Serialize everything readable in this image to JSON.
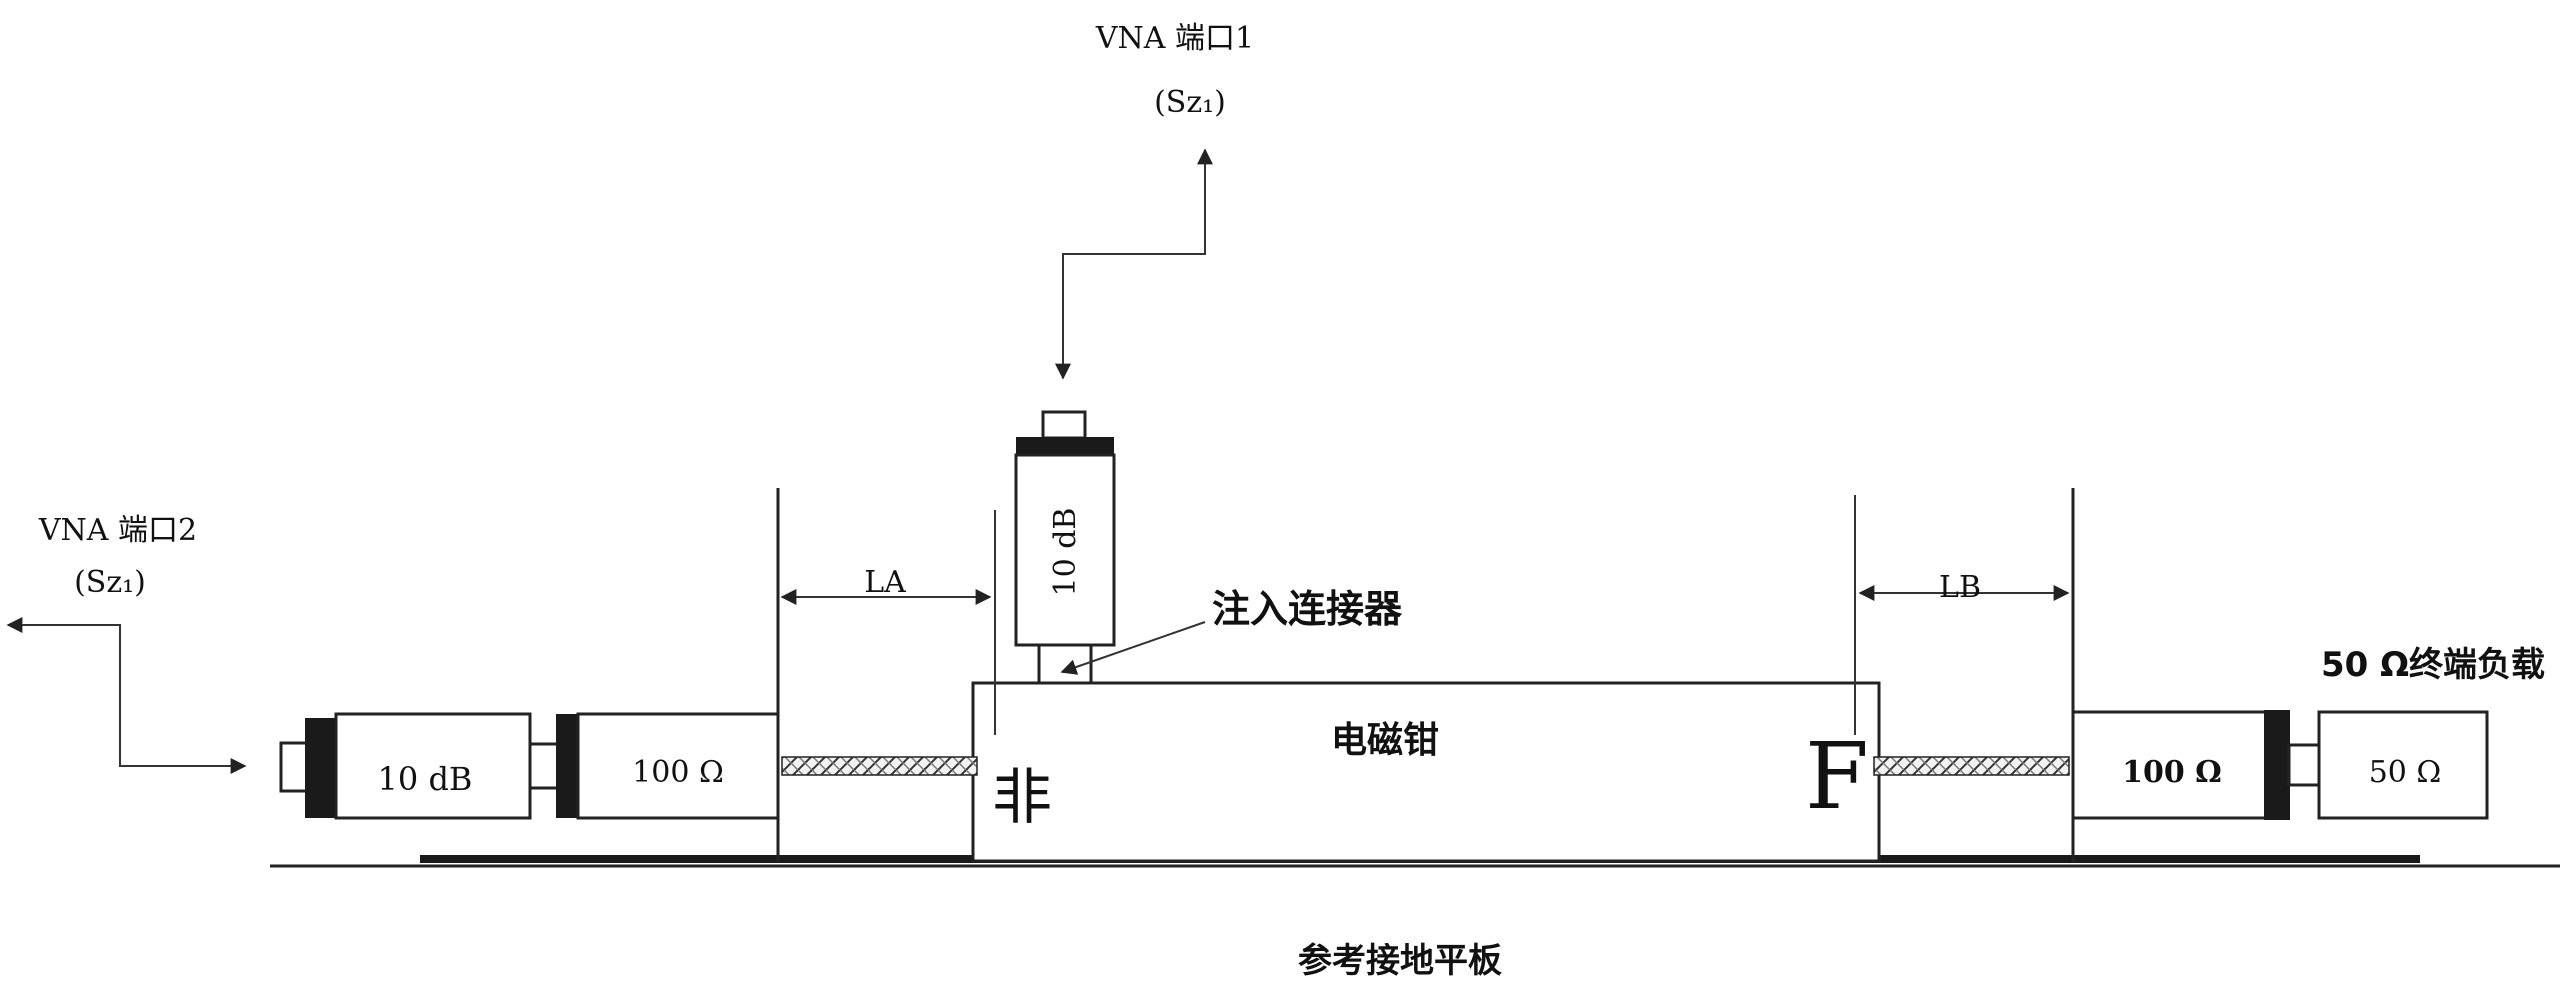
{
  "vna_port1": {
    "label": "VNA  端口1",
    "sub": "(Sz₁)"
  },
  "vna_port2": {
    "label": "VNA  端口2",
    "sub": "(Sz₁)"
  },
  "attenuator_top": {
    "label": "10  dB"
  },
  "attenuator_left": {
    "label": "10  dB"
  },
  "resistor_left": {
    "label": "100   Ω"
  },
  "resistor_right": {
    "label": "100  Ω"
  },
  "load_50": {
    "label": "50   Ω"
  },
  "termination_label": "50   Ω终端负载",
  "injection_connector": "注入连接器",
  "clamp": {
    "label": "电磁钳",
    "left_mark": "非",
    "right_mark": "F"
  },
  "dim_la": "LA",
  "dim_lb": "LB",
  "ground_plane": "参考接地平板"
}
